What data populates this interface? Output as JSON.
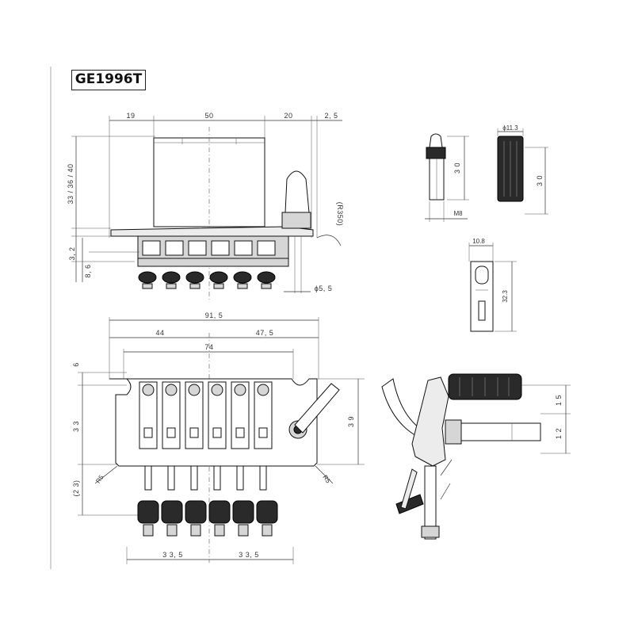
{
  "model": "GE1996T",
  "side_view": {
    "dims_top": [
      "19",
      "50",
      "20",
      "2, 5"
    ],
    "dim_height": "33 / 36 / 40",
    "dim_radius": "(R350)",
    "dim_left": [
      "3, 2",
      "8, 6"
    ],
    "dim_post_dia": "ϕ5, 5"
  },
  "post_view": {
    "dim_height": "3 0",
    "dim_thread": "M8"
  },
  "knob_view": {
    "dim_dia": "ϕ11.3",
    "dim_height": "3 0"
  },
  "clamp_view": {
    "dim_width": "10.8",
    "dim_height": "32.3"
  },
  "top_view": {
    "dim_total": "91, 5",
    "dim_left": "44",
    "dim_right": "47, 5",
    "dim_span": "74",
    "dim_side_top": "6",
    "dim_side_mid": "3 3",
    "dim_side_bot": "(2 3)",
    "dim_right_side": "3 9",
    "dim_r_left": "R5",
    "dim_r_right": "R5",
    "dim_bottom_left": "3 3, 5",
    "dim_bottom_right": "3 3, 5"
  },
  "profile_view": {
    "dim_upper": "1 5",
    "dim_lower": "1 2"
  }
}
